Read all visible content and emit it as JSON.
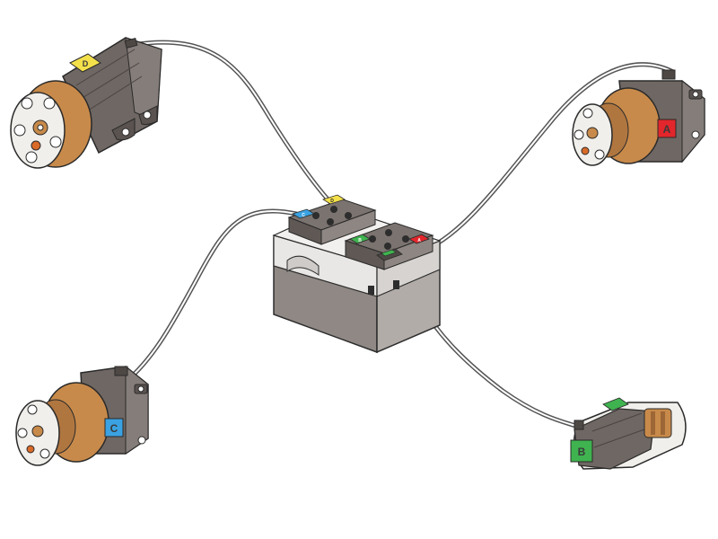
{
  "diagram": {
    "hub": {
      "ports": [
        {
          "id": "D",
          "label": "D",
          "color": "#f4e04a"
        },
        {
          "id": "C",
          "label": "C",
          "color": "#3aa2e2"
        },
        {
          "id": "B",
          "label": "B",
          "color": "#3fb34f"
        },
        {
          "id": "A",
          "label": "A",
          "color": "#e2262b"
        }
      ]
    },
    "motors": [
      {
        "id": "D",
        "label": "D",
        "badge_color": "#f4e04a",
        "type": "medium-motor"
      },
      {
        "id": "A",
        "label": "A",
        "badge_color": "#e2262b",
        "type": "large-motor"
      },
      {
        "id": "C",
        "label": "C",
        "badge_color": "#3aa2e2",
        "type": "large-motor"
      },
      {
        "id": "B",
        "label": "B",
        "badge_color": "#3fb34f",
        "type": "linear-motor"
      }
    ],
    "colors": {
      "body_dark": "#6f6763",
      "body_mid": "#8c8480",
      "body_light": "#b3aca8",
      "hub_white": "#e6e4e2",
      "amber": "#c88a4a",
      "amber_dark": "#9c6636",
      "clear": "#f2f1ee",
      "cable": "#5b5b5b"
    }
  }
}
